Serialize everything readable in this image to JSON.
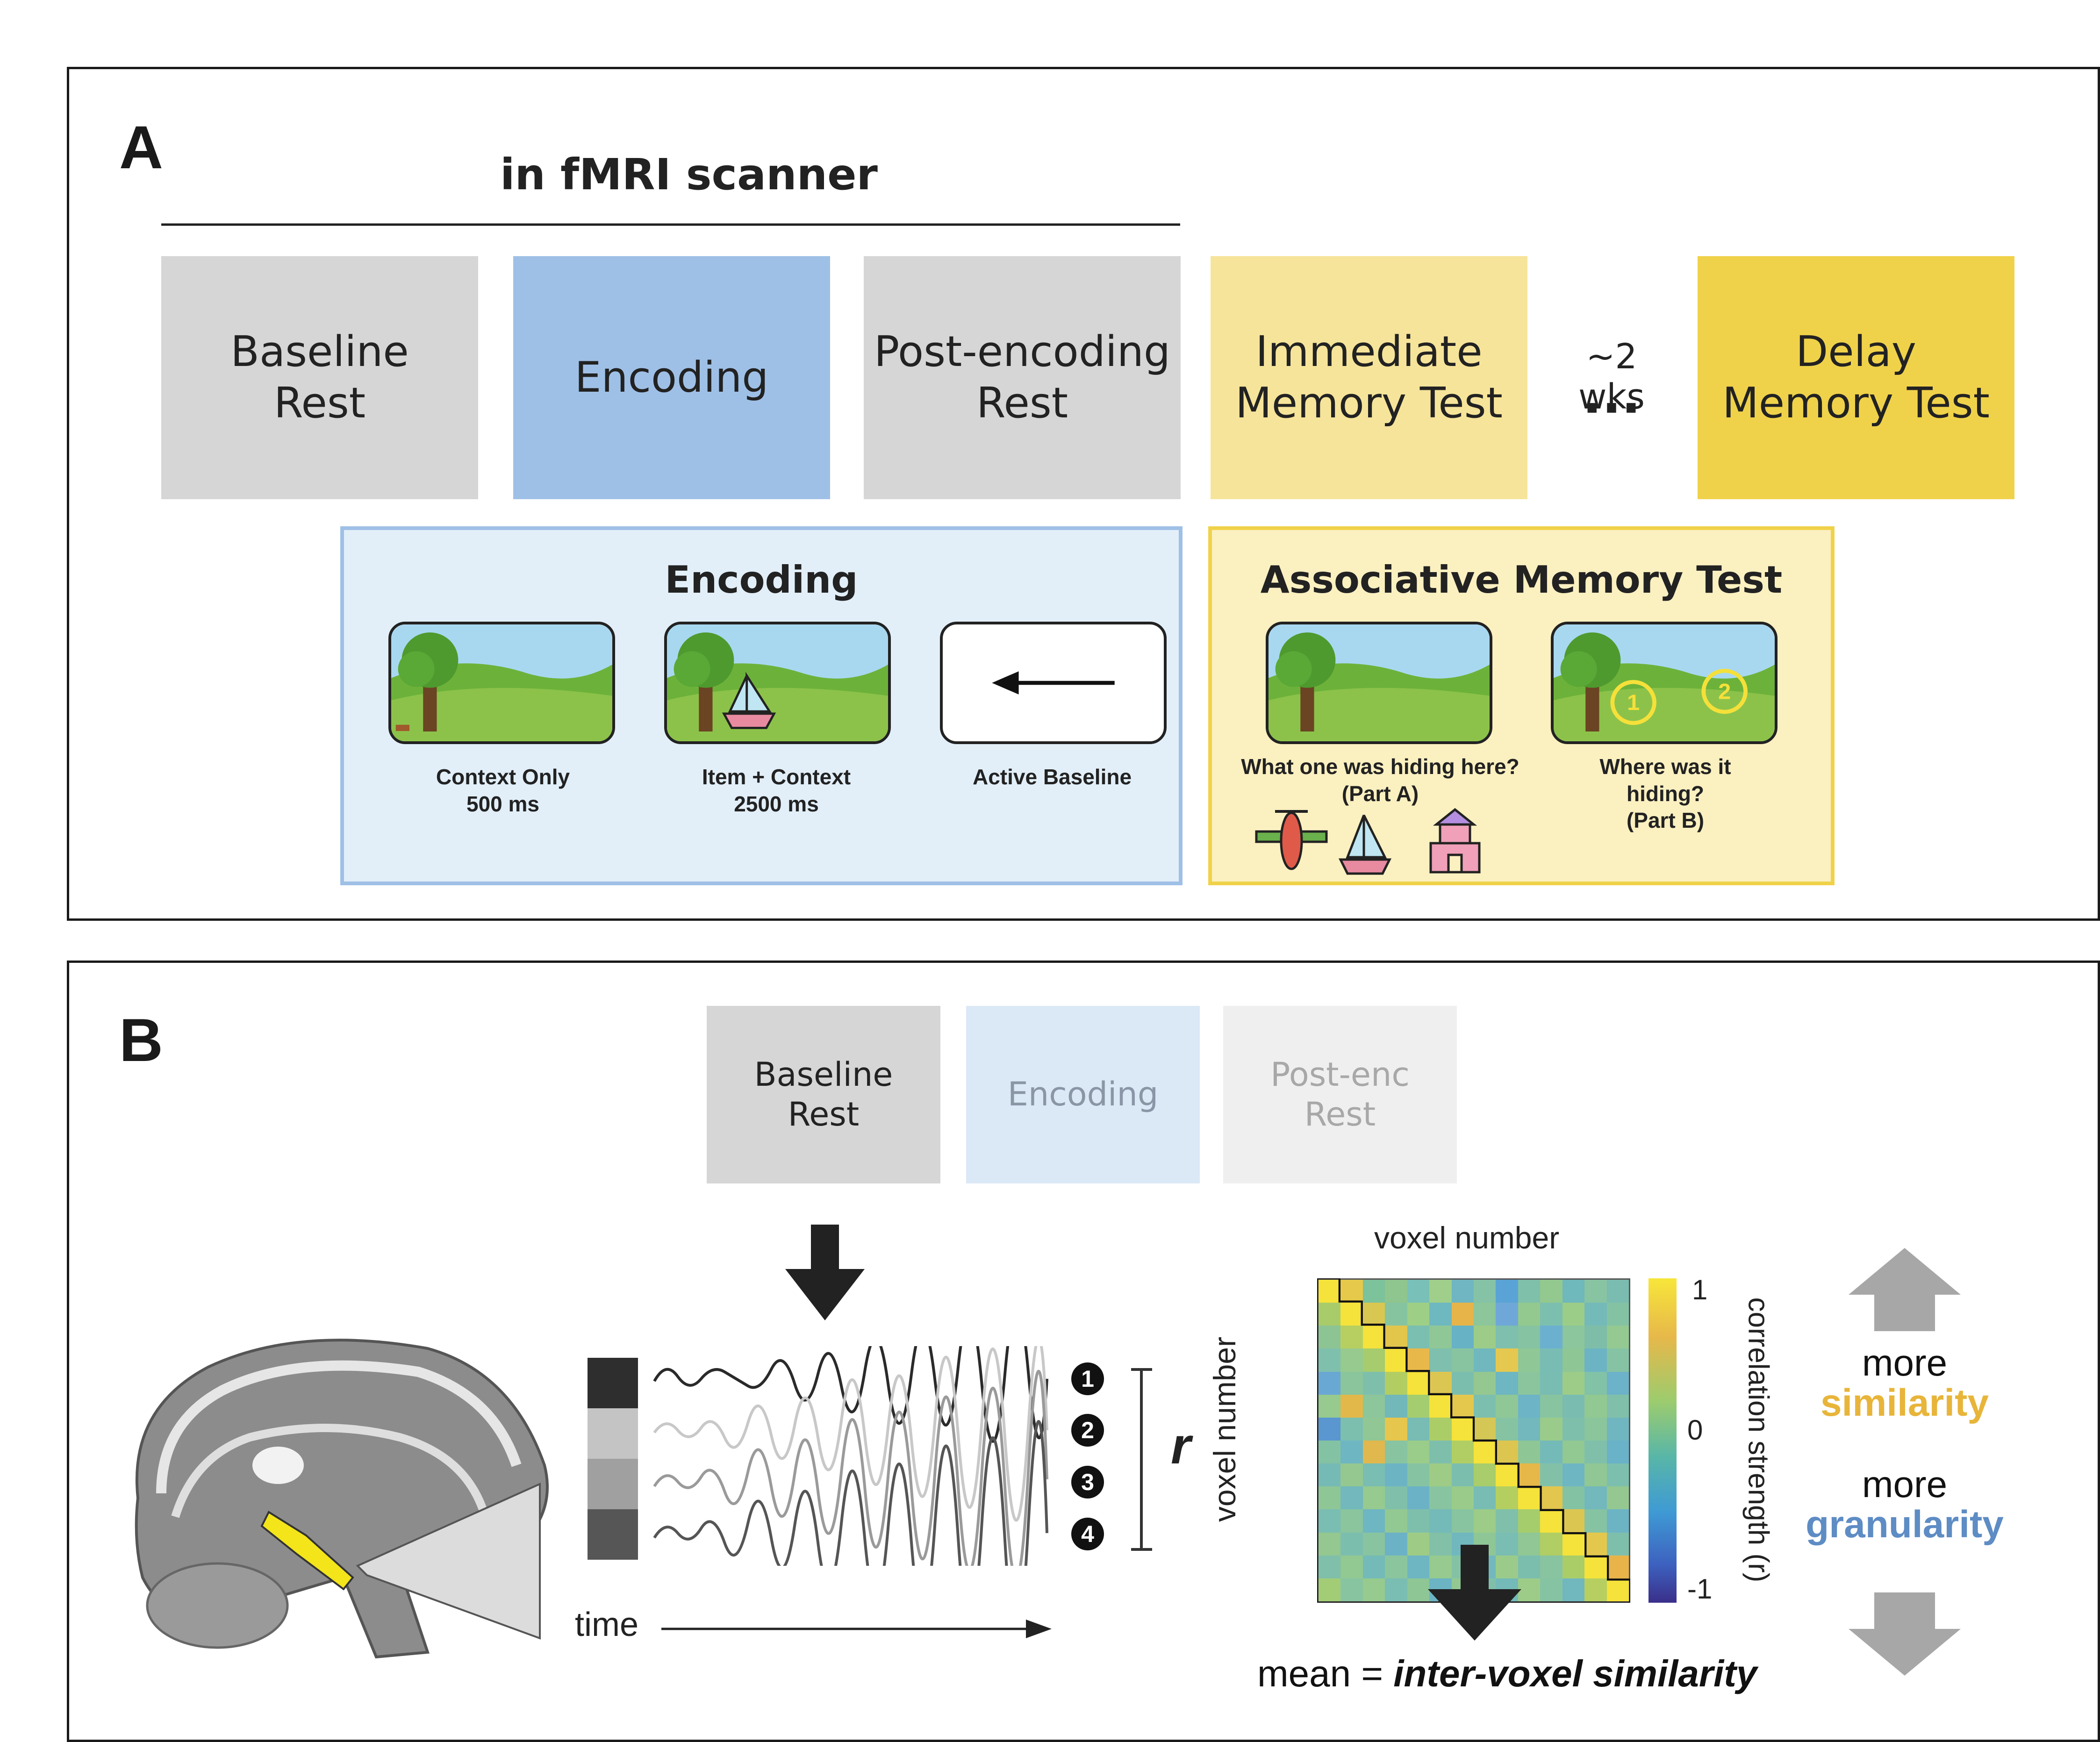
{
  "panel_a": {
    "label": "A",
    "scanner_label": "in fMRI scanner",
    "blocks": [
      {
        "label": "Baseline\nRest",
        "color": "#d6d6d6"
      },
      {
        "label": "Encoding",
        "color": "#9fc0e6"
      },
      {
        "label": "Post-encoding\nRest",
        "color": "#d6d6d6"
      },
      {
        "label": "Immediate\nMemory Test",
        "color": "#f6e49a"
      },
      {
        "label": "Delay\nMemory Test",
        "color": "#f0d24a"
      }
    ],
    "gap_label": "~2 wks",
    "gap_dots": "...",
    "encoding_box": {
      "title": "Encoding",
      "captions": [
        "Context Only\n500 ms",
        "Item + Context\n2500 ms",
        "Active Baseline"
      ]
    },
    "memory_box": {
      "title": "Associative Memory Test",
      "captions": [
        "What one was hiding here?\n(Part A)",
        "Where was it\nhiding?\n(Part B)"
      ],
      "location_markers": [
        "1",
        "2"
      ]
    }
  },
  "panel_b": {
    "label": "B",
    "blocks": [
      {
        "label": "Baseline\nRest"
      },
      {
        "label": "Encoding"
      },
      {
        "label": "Post-enc\nRest"
      }
    ],
    "voxel_numbers": [
      "1",
      "2",
      "3",
      "4"
    ],
    "r_label": "r",
    "time_label": "time",
    "matrix_xlabel": "voxel number",
    "matrix_ylabel": "voxel number",
    "colorbar_ticks": [
      "1",
      "0",
      "-1"
    ],
    "colorbar_label": "correlation strength (r)",
    "mean_prefix": "mean = ",
    "mean_term": "inter-voxel similarity",
    "more_1": "more",
    "similarity": "similarity",
    "more_2": "more",
    "granularity": "granularity",
    "colors": {
      "similarity": "#e8b53a",
      "granularity": "#5e8cc4"
    }
  }
}
